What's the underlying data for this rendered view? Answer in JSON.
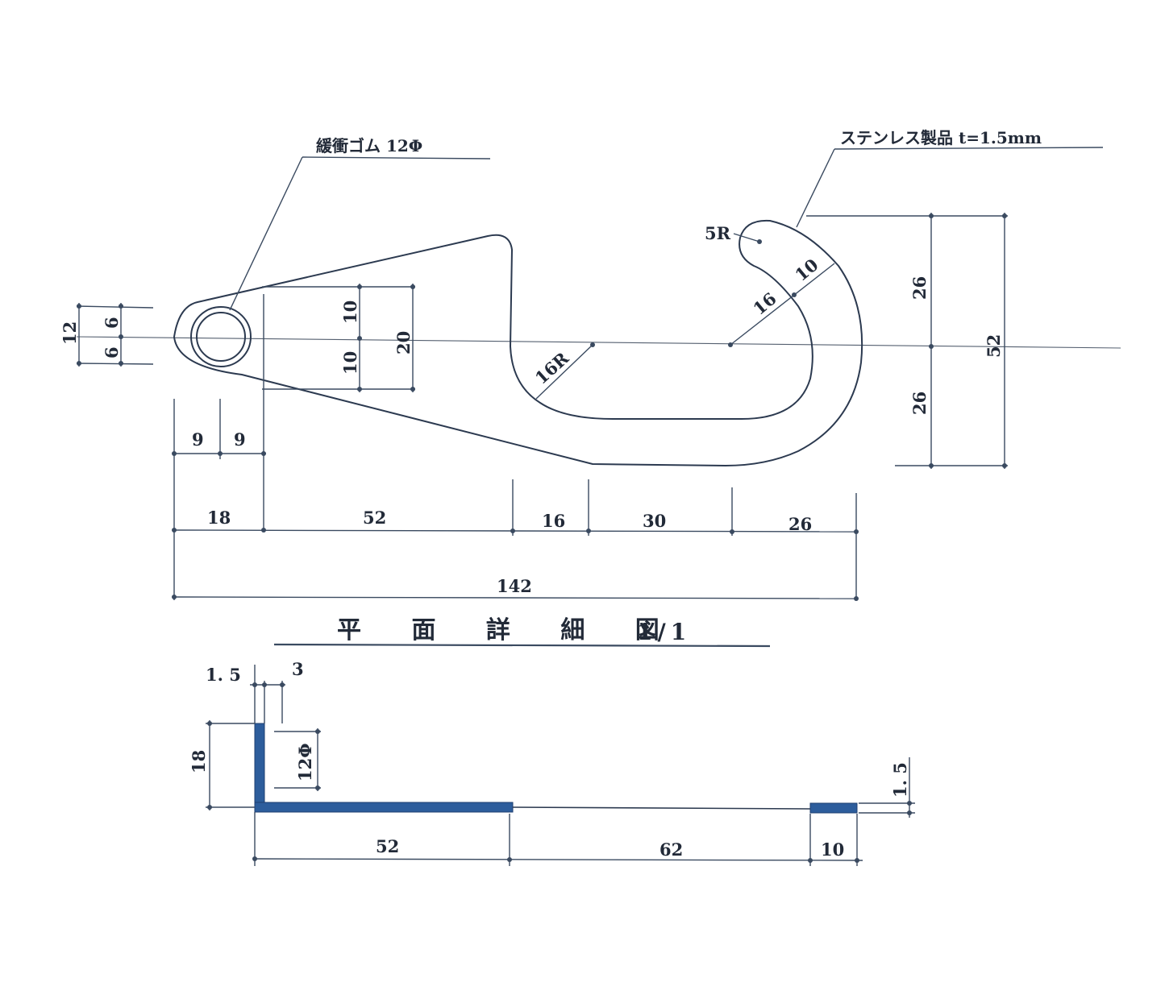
{
  "plan": {
    "callout_rubber": "緩衝ゴム 12Φ",
    "callout_material": "ステンレス製品 t=1.5mm",
    "radius_small": "5R",
    "radius_large": "16R",
    "dim_hook_width": "10",
    "dim_hook_radius": "16",
    "dim_left_total": "12",
    "dim_left_upper": "6",
    "dim_left_lower": "6",
    "dim_hole_upper": "10",
    "dim_hole_lower": "10",
    "dim_hole_total": "20",
    "dim_right_upper": "26",
    "dim_right_lower": "26",
    "dim_right_total": "52",
    "dim_eye_a": "9",
    "dim_eye_b": "9",
    "dim_row": [
      "18",
      "52",
      "16",
      "30",
      "26"
    ],
    "dim_overall": "142"
  },
  "title": {
    "main": "平 面 詳 細 図",
    "scale": "1/1"
  },
  "section": {
    "dim_thickness": "1. 5",
    "dim_gap": "3",
    "dim_height": "18",
    "dim_rubber": "12Φ",
    "dim_base_a": "52",
    "dim_base_b": "62",
    "dim_base_c": "10",
    "dim_tip_thickness": "1. 5"
  },
  "colors": {
    "line": "#3a4a60",
    "section_fill": "#2d5d9c"
  }
}
